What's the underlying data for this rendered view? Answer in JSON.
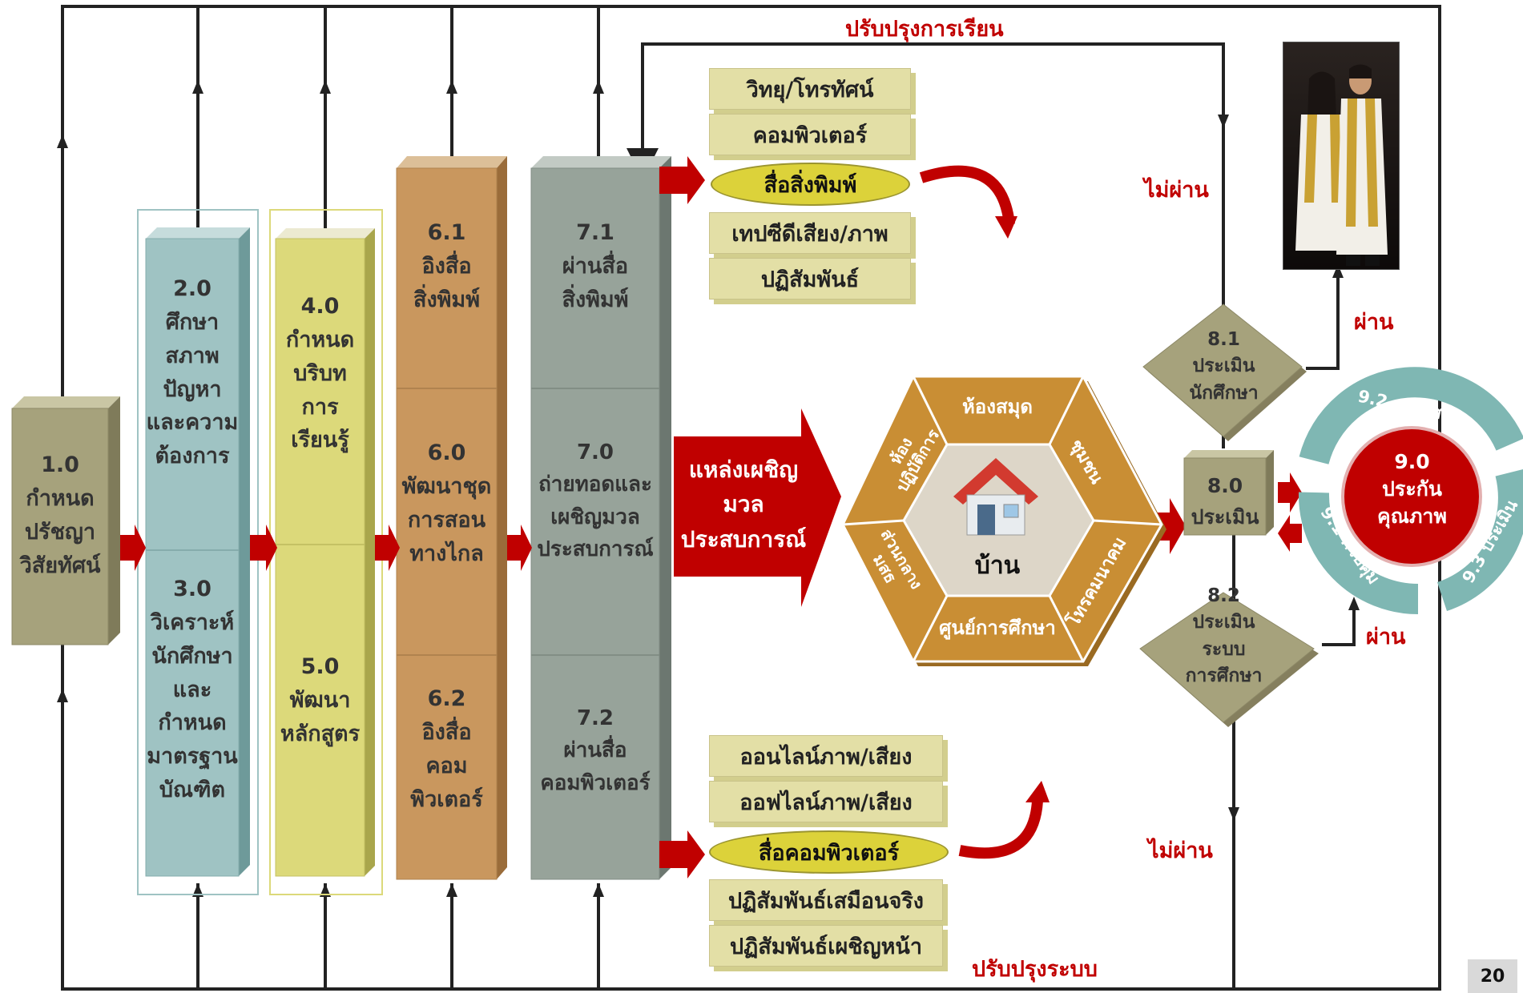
{
  "diagram": {
    "box_1": "1.0\nกำหนด\nปรัชญา\nวิสัยทัศน์",
    "box_2": "2.0\nศึกษา\nสภาพ\nปัญหา\nและความ\nต้องการ",
    "box_3": "3.0\nวิเคราะห์\nนักศึกษา\nและ\nกำหนด\nมาตรฐาน\nบัณฑิต",
    "box_4": "4.0\nกำหนด\nบริบท\nการ\nเรียนรู้",
    "box_5": "5.0\nพัฒนา\nหลักสูตร",
    "box_6_1": "6.1\nอิงสื่อ\nสิ่งพิมพ์",
    "box_6": "6.0\nพัฒนาชุด\nการสอน\nทางไกล",
    "box_6_2": "6.2\nอิงสื่อ\nคอม\nพิวเตอร์",
    "box_7_1": "7.1\nผ่านสื่อ\nสิ่งพิมพ์",
    "box_7": "7.0\nถ่ายทอดและ\nเผชิญมวล\nประสบการณ์",
    "box_7_2": "7.2\nผ่านสื่อ\nคอมพิวเตอร์",
    "big_arrow": "แหล่งเผชิญ\nมวล\nประสบการณ์",
    "hex_center": "บ้าน",
    "hex_sections": [
      "ห้องสมุด",
      "ชุมชน",
      "โทรคมนาคม",
      "ศูนย์การศึกษา",
      "ส่วนกลาง\nมสธ",
      "ห้อง\nปฏิบัติการ"
    ],
    "print_media_top": [
      "วิทยุ/โทรทัศน์",
      "คอมพิวเตอร์"
    ],
    "print_media_main": "สื่อสิ่งพิมพ์",
    "print_media_bottom": [
      "เทปซีดีเสียง/ภาพ",
      "ปฏิสัมพันธ์"
    ],
    "computer_media_top": [
      "ออนไลน์ภาพ/เสียง",
      "ออฟไลน์ภาพ/เสียง"
    ],
    "computer_media_main": "สื่อคอมพิวเตอร์",
    "computer_media_bottom": [
      "ปฏิสัมพันธ์เสมือนจริง",
      "ปฏิสัมพันธ์เผชิญหน้า"
    ],
    "box_8_1": "8.1\nประเมิน\nนักศึกษา",
    "box_8": "8.0\nประเมิน",
    "box_8_2": "8.2\nประเมิน\nระบบ\nการศึกษา",
    "box_9": "9.0\nประกัน\nคุณภาพ",
    "cycle_9_1": "9.1 ควบคุม",
    "cycle_9_2": "9.2 ตรวจสอบ",
    "cycle_9_3": "9.3 ประเมิน",
    "label_improve_learning": "ปรับปรุงการเรียน",
    "label_improve_system": "ปรับปรุงระบบ",
    "label_fail_top": "ไม่ผ่าน",
    "label_fail_bottom": "ไม่ผ่าน",
    "label_pass_top": "ผ่าน",
    "label_pass_bottom": "ผ่าน"
  },
  "page_number": "20",
  "colors": {
    "olive_box": "#a6a27c",
    "teal_box": "#9fc3c3",
    "yellow_box": "#dcd97a",
    "orange_box": "#c9975e",
    "gray_box": "#97a39a",
    "red_arrow": "#c00000",
    "hex_orange": "#c98e34",
    "eval_box": "#a6a27c",
    "cycle_teal": "#7fb7b3"
  }
}
